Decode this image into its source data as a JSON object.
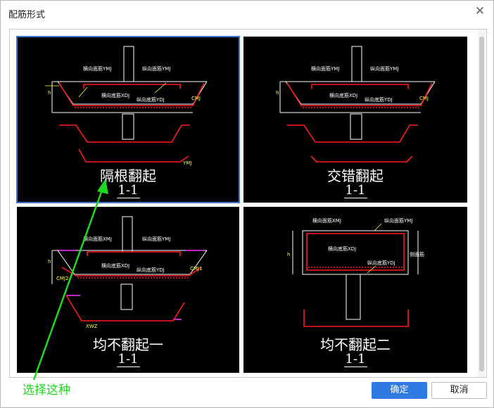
{
  "dialog": {
    "title": "配筋形式",
    "close_glyph": "✕"
  },
  "options": [
    {
      "title": "隔根翻起",
      "section": "1-1",
      "selected": true,
      "labels": {
        "top": "横向面筋YMJ",
        "top2": "纵向面筋YMJ",
        "bottom": "横向底筋XDJ",
        "bottom2": "纵向底筋YDJ",
        "side": "CMJ",
        "dim": "h",
        "tag": "YMJ"
      }
    },
    {
      "title": "交错翻起",
      "section": "1-1",
      "selected": false,
      "labels": {
        "top": "横向面筋YMJ",
        "top2": "纵向面筋YMJ",
        "bottom": "横向底筋XDJ",
        "bottom2": "纵向底筋YDJ",
        "side": "CMJ",
        "dim": "h"
      }
    },
    {
      "title": "均不翻起一",
      "section": "1-1",
      "selected": false,
      "labels": {
        "top": "横向面筋XMJ",
        "top2": "纵向面筋YMJ",
        "bottom": "横向底筋XDJ",
        "bottom2": "纵向底筋YDJ",
        "side": "CMJ1",
        "side2": "CMJ2",
        "dim": "h",
        "tag": "XWZ"
      }
    },
    {
      "title": "均不翻起二",
      "section": "1-1",
      "selected": false,
      "labels": {
        "top": "横向面筋XMJ",
        "top2": "纵向面筋YMJ",
        "bottom": "横向底筋XDJ",
        "bottom2": "纵向底筋YDJ",
        "side": "侧面筋",
        "dim": "h"
      }
    }
  ],
  "buttons": {
    "ok": "确定",
    "cancel": "取消"
  },
  "annotation": {
    "text": "选择这种",
    "color": "#1fd81f"
  },
  "colors": {
    "accent": "#2f79e3",
    "rebar": "#ff1a1a",
    "label": "#ffff33",
    "side_bar": "#ff33ff",
    "outline": "#ffffff"
  }
}
